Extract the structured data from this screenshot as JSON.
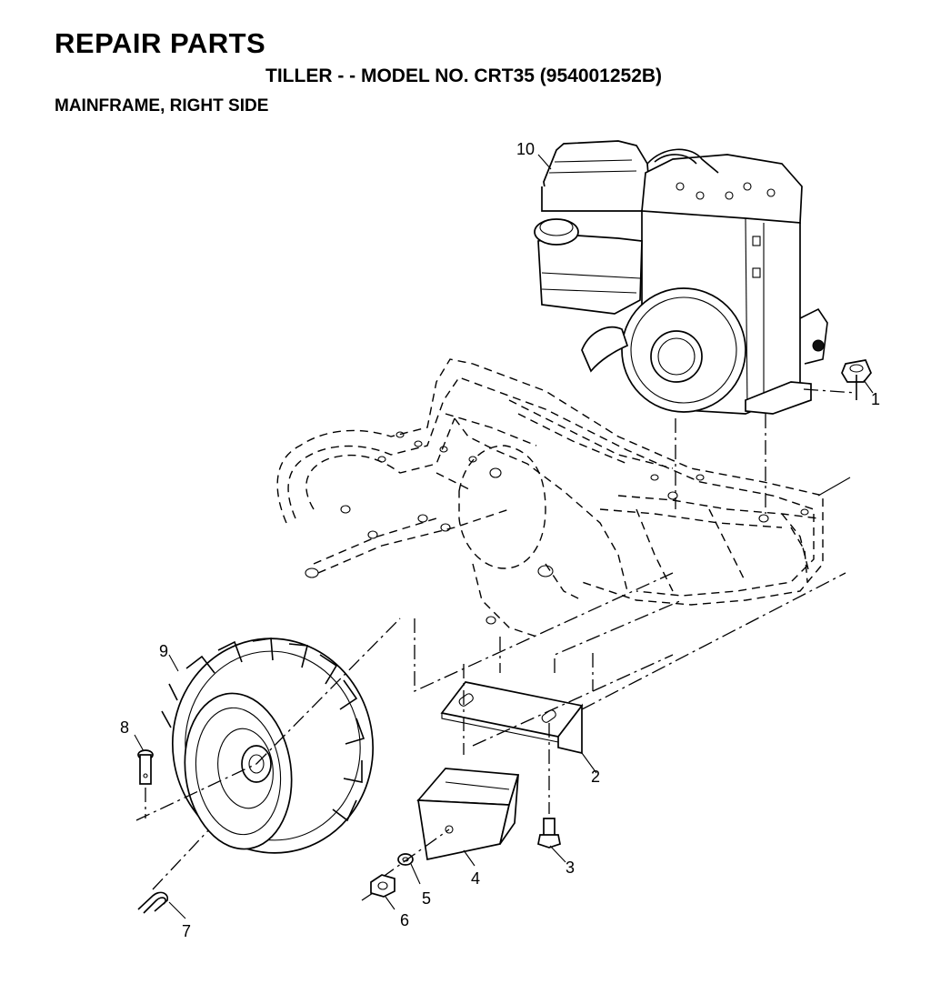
{
  "header": {
    "title": "REPAIR PARTS",
    "subtitle": "TILLER - - MODEL NO. CRT35 (954001252B)",
    "section": "MAINFRAME, RIGHT SIDE"
  },
  "callouts": {
    "c1": "1",
    "c2": "2",
    "c3": "3",
    "c4": "4",
    "c5": "5",
    "c6": "6",
    "c7": "7",
    "c8": "8",
    "c9": "9",
    "c10": "10"
  }
}
